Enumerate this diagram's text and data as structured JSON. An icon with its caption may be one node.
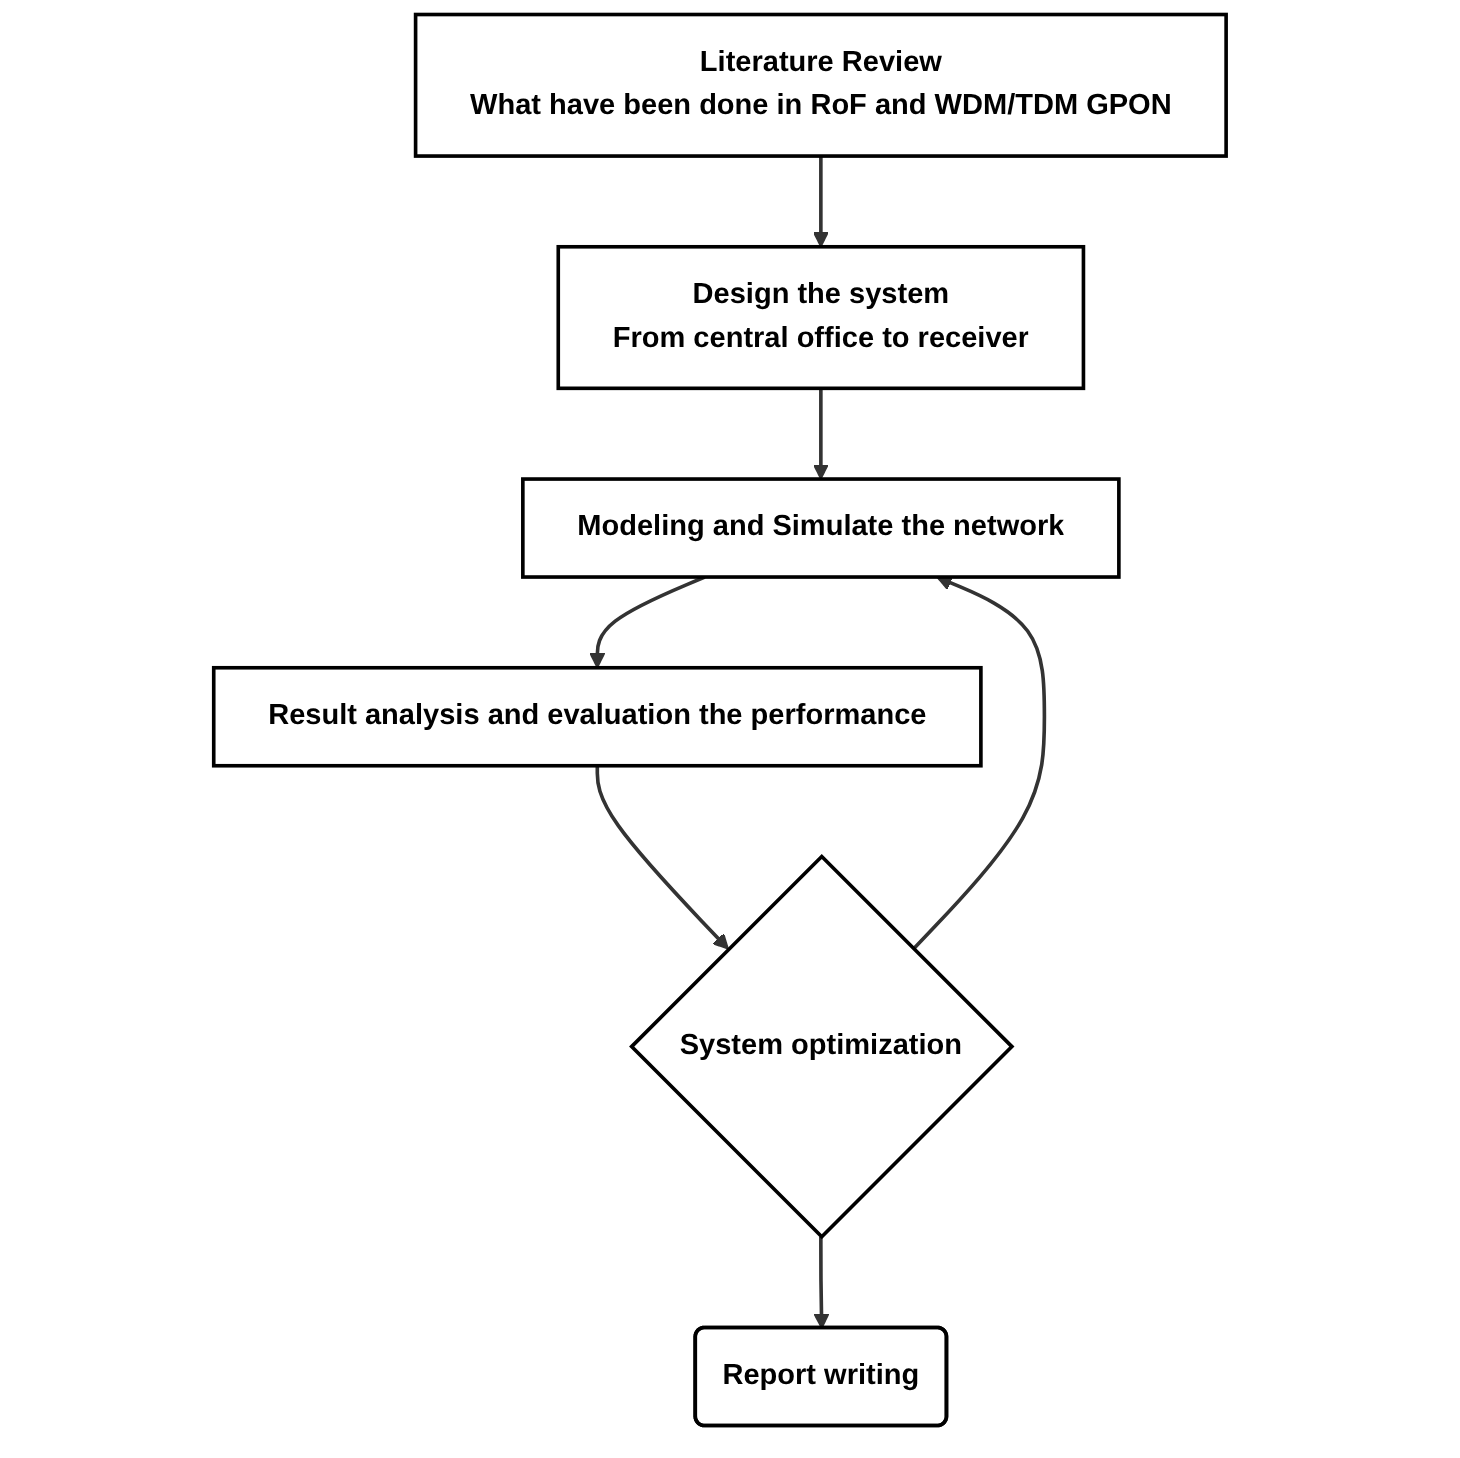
{
  "diagram": {
    "nodes": [
      {
        "text": [
          "Literature Review",
          "What have been done in RoF and WDM/TDM GPON"
        ]
      },
      {
        "text": [
          "Design the system",
          "From central office to receiver"
        ]
      },
      {
        "text": [
          "Modeling and Simulate the network"
        ]
      },
      {
        "text": [
          "Result analysis and evaluation the performance"
        ]
      },
      {
        "text": [
          "System optimization"
        ]
      },
      {
        "text": [
          "Report writing"
        ]
      }
    ],
    "edges": [
      {
        "from": 0,
        "to": 1,
        "arrow": "to"
      },
      {
        "from": 1,
        "to": 2,
        "arrow": "to"
      },
      {
        "from": 2,
        "to": 3,
        "arrow": "to"
      },
      {
        "from": 3,
        "to": 4,
        "arrow": "to"
      },
      {
        "from": 4,
        "to": 2,
        "arrow": "to"
      },
      {
        "from": 4,
        "to": 5,
        "arrow": "to"
      }
    ]
  }
}
